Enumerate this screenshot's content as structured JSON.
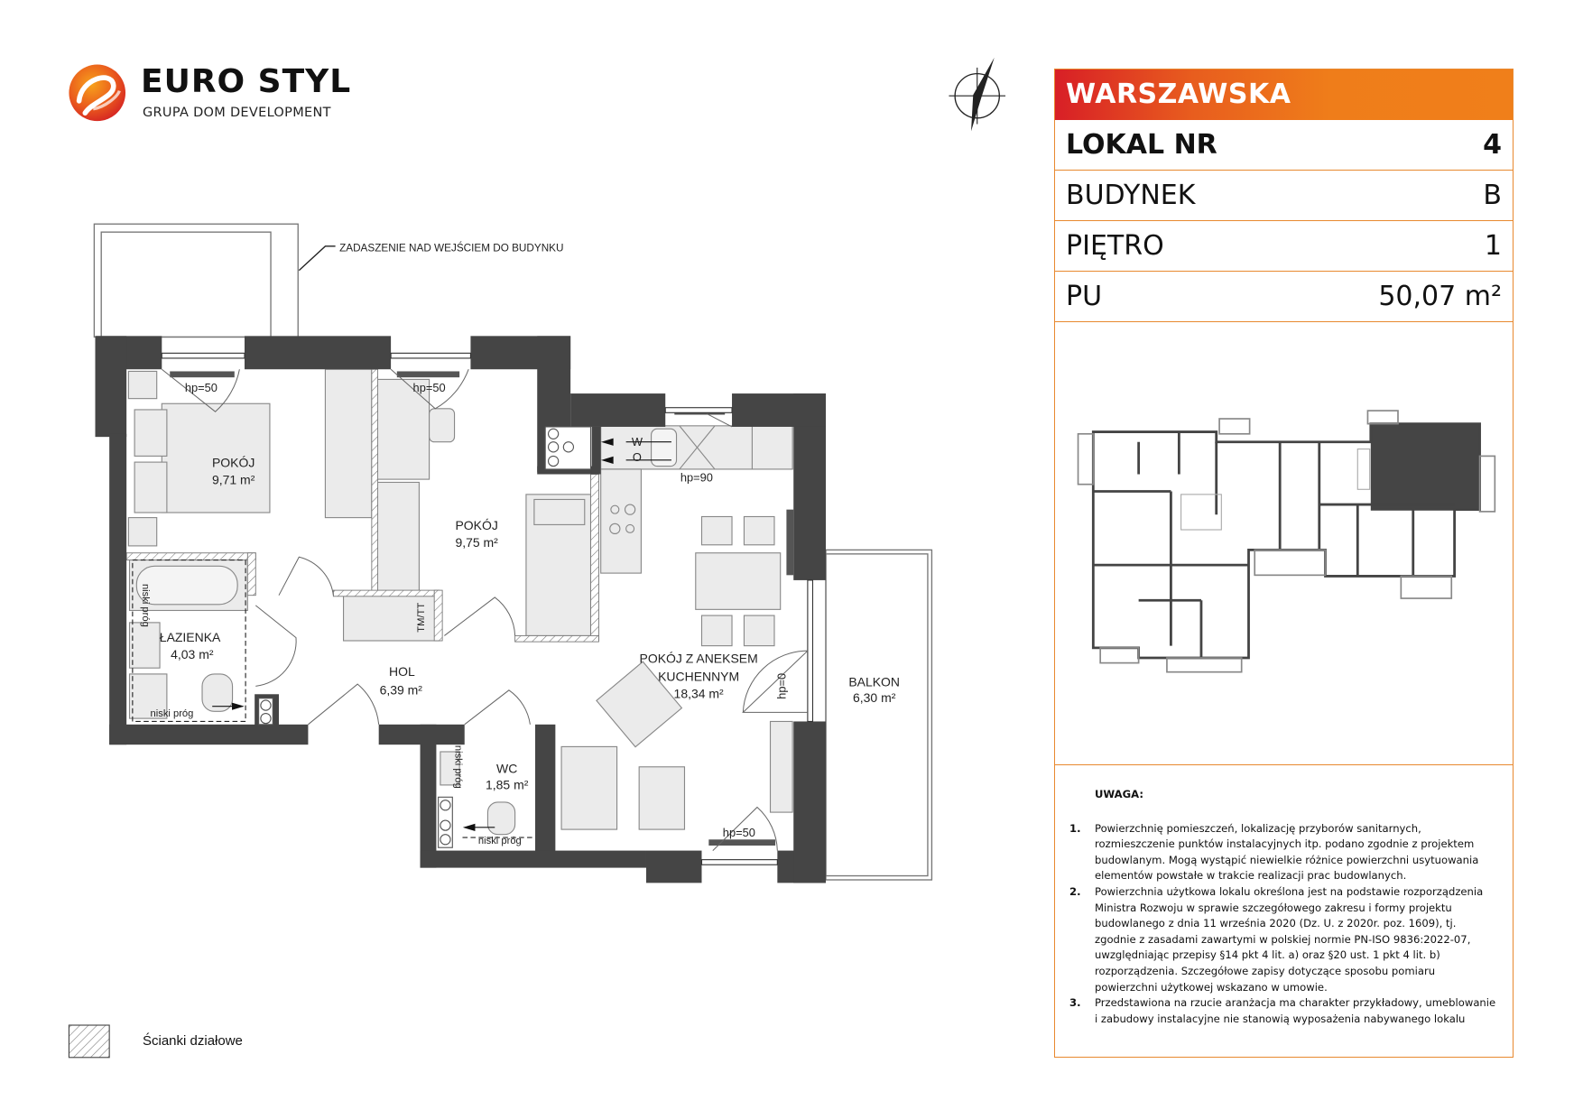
{
  "logo": {
    "name": "EURO STYL",
    "tagline": "GRUPA DOM DEVELOPMENT"
  },
  "panel": {
    "investment": "WARSZAWSKA",
    "rows": [
      {
        "label": "LOKAL NR",
        "value": "4"
      },
      {
        "label": "BUDYNEK",
        "value": "B"
      },
      {
        "label": "PIĘTRO",
        "value": "1"
      },
      {
        "label": "PU",
        "value": "50,07 m²"
      }
    ],
    "notes_title": "UWAGA:",
    "notes": [
      {
        "num": "1.",
        "text": "Powierzchnię pomieszczeń, lokalizację przyborów sanitarnych, rozmieszczenie punktów instalacyjnych itp. podano zgodnie z projektem budowlanym. Mogą wystąpić niewielkie różnice powierzchni usytuowania elementów powstałe w trakcie realizacji prac budowlanych."
      },
      {
        "num": "2.",
        "text": "Powierzchnia użytkowa lokalu określona jest na podstawie rozporządzenia Ministra Rozwoju w sprawie szczegółowego zakresu i formy projektu budowlanego z dnia 11 września 2020 (Dz. U. z 2020r. poz. 1609), tj. zgodnie z zasadami zawartymi w polskiej normie PN-ISO 9836:2022-07, uwzględniając przepisy §14 pkt 4 lit. a) oraz §20 ust. 1 pkt 4 lit. b) rozporządzenia. Szczegółowe zapisy dotyczące sposobu pomiaru powierzchni użytkowej wskazano w umowie."
      },
      {
        "num": "3.",
        "text": "Przedstawiona na rzucie aranżacja ma charakter przykładowy, umeblowanie i zabudowy instalacyjne nie stanowią wyposażenia nabywanego lokalu"
      }
    ],
    "highlight_color": "#454545"
  },
  "plan": {
    "canopy_label": "ZADASZENIE NAD WEJŚCIEM DO BUDYNKU",
    "rooms": {
      "pokoj1": {
        "name": "POKÓJ",
        "area": "9,71 m²"
      },
      "pokoj2": {
        "name": "POKÓJ",
        "area": "9,75 m²"
      },
      "lazienka": {
        "name": "ŁAZIENKA",
        "area": "4,03 m²"
      },
      "hol": {
        "name": "HOL",
        "area": "6,39 m²"
      },
      "wc": {
        "name": "WC",
        "area": "1,85 m²"
      },
      "salon": {
        "name1": "POKÓJ Z ANEKSEM",
        "name2": "KUCHENNYM",
        "area": "18,34 m²"
      },
      "balkon": {
        "name": "BALKON",
        "area": "6,30 m²"
      }
    },
    "annotations": {
      "hp50": "hp=50",
      "hp90": "hp=90",
      "hp0": "hp=0",
      "niski_prog": "niski próg",
      "w": "W",
      "o": "O",
      "tmtt": "TM/TT"
    }
  },
  "legend": {
    "label": "Ścianki działowe"
  },
  "colors": {
    "wall": "#454545",
    "accent_start": "#d81f26",
    "accent_end": "#f07f1a",
    "border": "#e8892f",
    "furniture": "#ebebeb"
  }
}
